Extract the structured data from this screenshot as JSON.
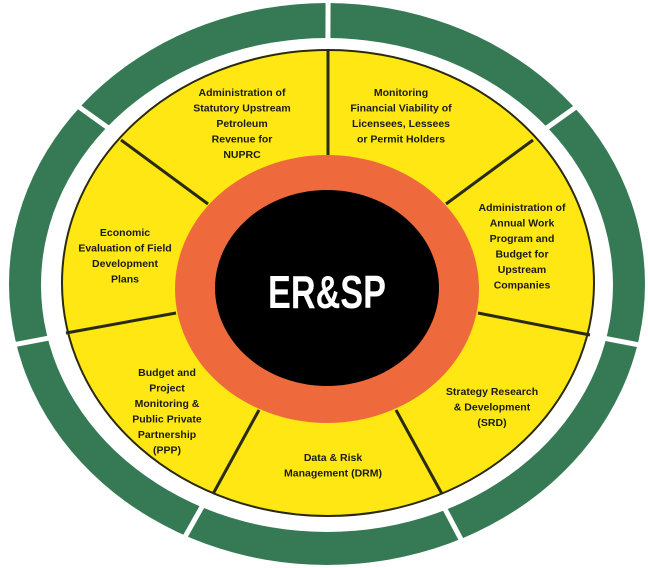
{
  "center": {
    "label": "ER&SP"
  },
  "colors": {
    "outer_ring": "#367a55",
    "segments": "#ffe714",
    "inner_ring": "#ee6a3c",
    "core": "#000000",
    "divider": "#2a2a10"
  },
  "segments": [
    {
      "lines": [
        "Administration of",
        "Statutory Upstream",
        "Petroleum",
        "Revenue for",
        "NUPRC"
      ]
    },
    {
      "lines": [
        "Monitoring",
        "Financial Viability of",
        "Licensees, Lessees",
        "or Permit Holders"
      ]
    },
    {
      "lines": [
        "Administration of",
        "Annual Work",
        "Program and",
        "Budget  for",
        "Upstream",
        "Companies"
      ]
    },
    {
      "lines": [
        "Strategy Research",
        "& Development",
        "(SRD)"
      ]
    },
    {
      "lines": [
        "Data & Risk",
        "Management (DRM)"
      ]
    },
    {
      "lines": [
        "Budget and",
        "Project",
        "Monitoring &",
        "Public Private",
        "Partnership",
        "(PPP)"
      ]
    },
    {
      "lines": [
        "Economic",
        "Evaluation of Field",
        "Development",
        "Plans"
      ]
    }
  ]
}
